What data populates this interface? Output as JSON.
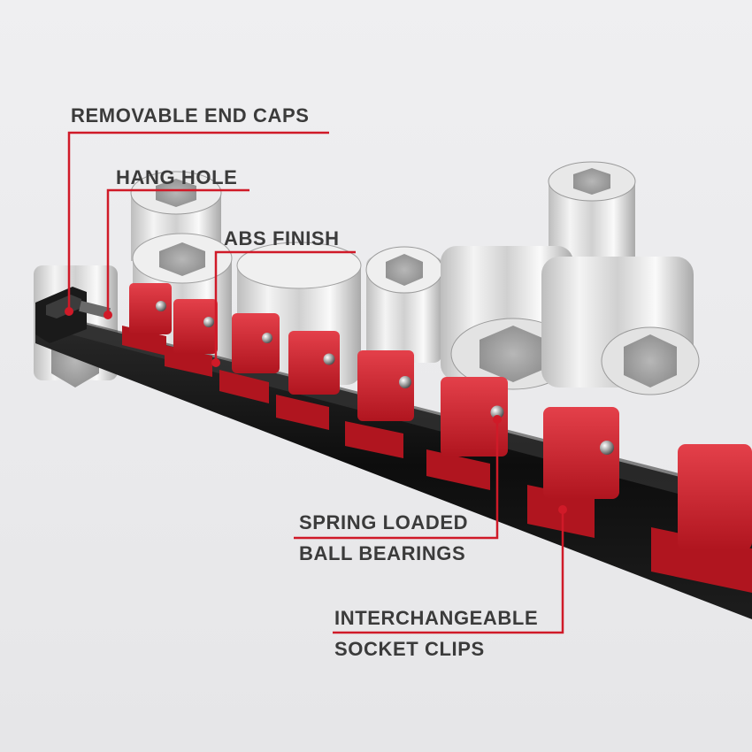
{
  "callouts": {
    "end_caps": "REMOVABLE END CAPS",
    "hang_hole": "HANG HOLE",
    "abs_finish": "ABS FINISH",
    "spring_line1": "SPRING LOADED",
    "spring_line2": "BALL BEARINGS",
    "clips_line1": "INTERCHANGEABLE",
    "clips_line2": "SOCKET CLIPS"
  },
  "colors": {
    "background": "#ecebed",
    "accent_red": "#d01a28",
    "clip_red": "#c8232e",
    "rail_black": "#101010",
    "socket_chrome": "#d9d9d9",
    "label_text": "#3b3b3b"
  }
}
